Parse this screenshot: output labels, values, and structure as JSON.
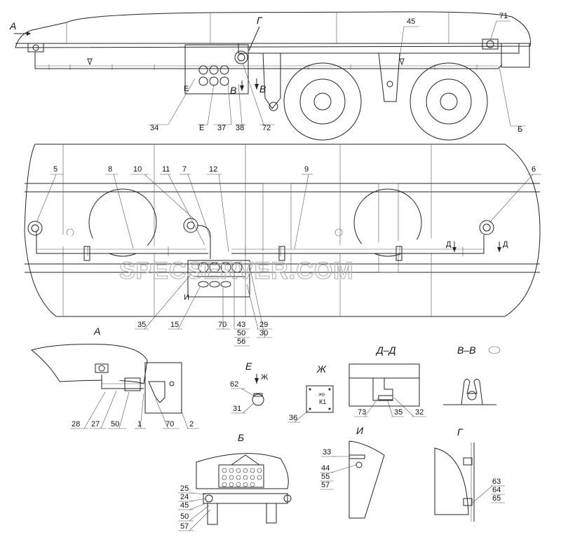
{
  "watermark": "SPECSERVER.COM",
  "view_labels": {
    "A_arrow": "А",
    "G_arrow": "Г",
    "V_arrow1": "В",
    "V_arrow2": "В",
    "E_top": "Е",
    "D1": "Д",
    "D2": "Д",
    "I_mark": "И",
    "A": "А",
    "E": "Е",
    "ZH": "Ж",
    "ZH_small": "Ж",
    "DD": "Д–Д",
    "VV": "В–В",
    "B": "Б",
    "I": "И",
    "G": "Г"
  },
  "plate_text": {
    "k1": "К1",
    "ekr": "экр"
  },
  "callouts": {
    "side": [
      "34",
      "Е",
      "37",
      "38",
      "72",
      "45",
      "71",
      "Б"
    ],
    "plan": [
      "5",
      "8",
      "10",
      "11",
      "7",
      "12",
      "9",
      "6",
      "35",
      "15",
      "70",
      "43",
      "50",
      "56",
      "29",
      "30"
    ],
    "viewA": [
      "28",
      "27",
      "50",
      "1",
      "70",
      "2"
    ],
    "viewE": [
      "62",
      "31"
    ],
    "viewZH": [
      "36"
    ],
    "viewDD": [
      "73",
      "35",
      "32"
    ],
    "viewB": [
      "25",
      "24",
      "45",
      "50",
      "57"
    ],
    "viewI": [
      "33",
      "44",
      "55",
      "57"
    ],
    "viewG": [
      "63",
      "64",
      "65"
    ]
  }
}
